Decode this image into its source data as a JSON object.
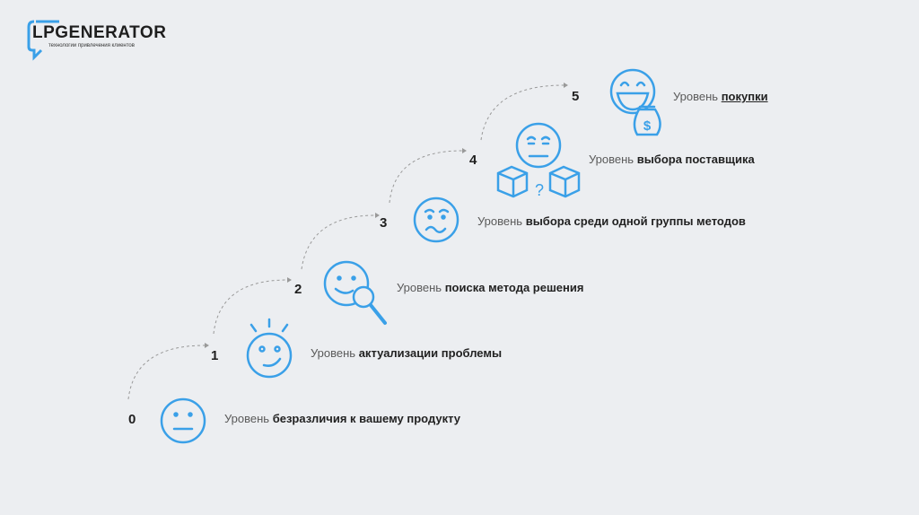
{
  "logo": {
    "title": "LPGENERATOR",
    "subtitle": "технологии привлечения клиентов"
  },
  "colors": {
    "accent": "#3aa0e8",
    "background": "#eceef1"
  },
  "levels": [
    {
      "number": "0",
      "prefix": "Уровень",
      "bold": "безразличия к вашему продукту",
      "icon": "neutral-face-icon"
    },
    {
      "number": "1",
      "prefix": "Уровень",
      "bold": "актуализации проблемы",
      "icon": "idea-face-icon"
    },
    {
      "number": "2",
      "prefix": "Уровень",
      "bold": "поиска метода решения",
      "icon": "magnifier-face-icon"
    },
    {
      "number": "3",
      "prefix": "Уровень",
      "bold": "выбора среди одной группы методов",
      "icon": "worried-face-icon"
    },
    {
      "number": "4",
      "prefix": "Уровень",
      "bold": "выбора поставщика",
      "icon": "boxes-face-icon"
    },
    {
      "number": "5",
      "prefix": "Уровень",
      "bold": "покупки",
      "icon": "money-face-icon"
    }
  ],
  "question_mark": "?",
  "dollar": "$"
}
